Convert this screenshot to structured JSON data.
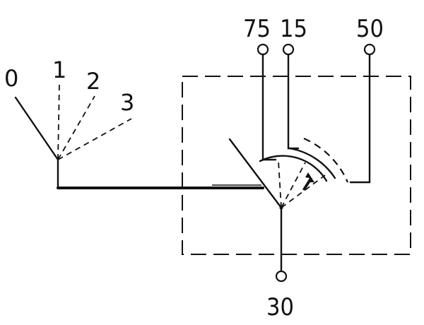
{
  "switch_positions": {
    "p0": "0",
    "p1": "1",
    "p2": "2",
    "p3": "3"
  },
  "terminals": {
    "t75": "75",
    "t15": "15",
    "t50": "50",
    "t30": "30"
  },
  "colors": {
    "ink": "#111111",
    "background": "#ffffff"
  }
}
